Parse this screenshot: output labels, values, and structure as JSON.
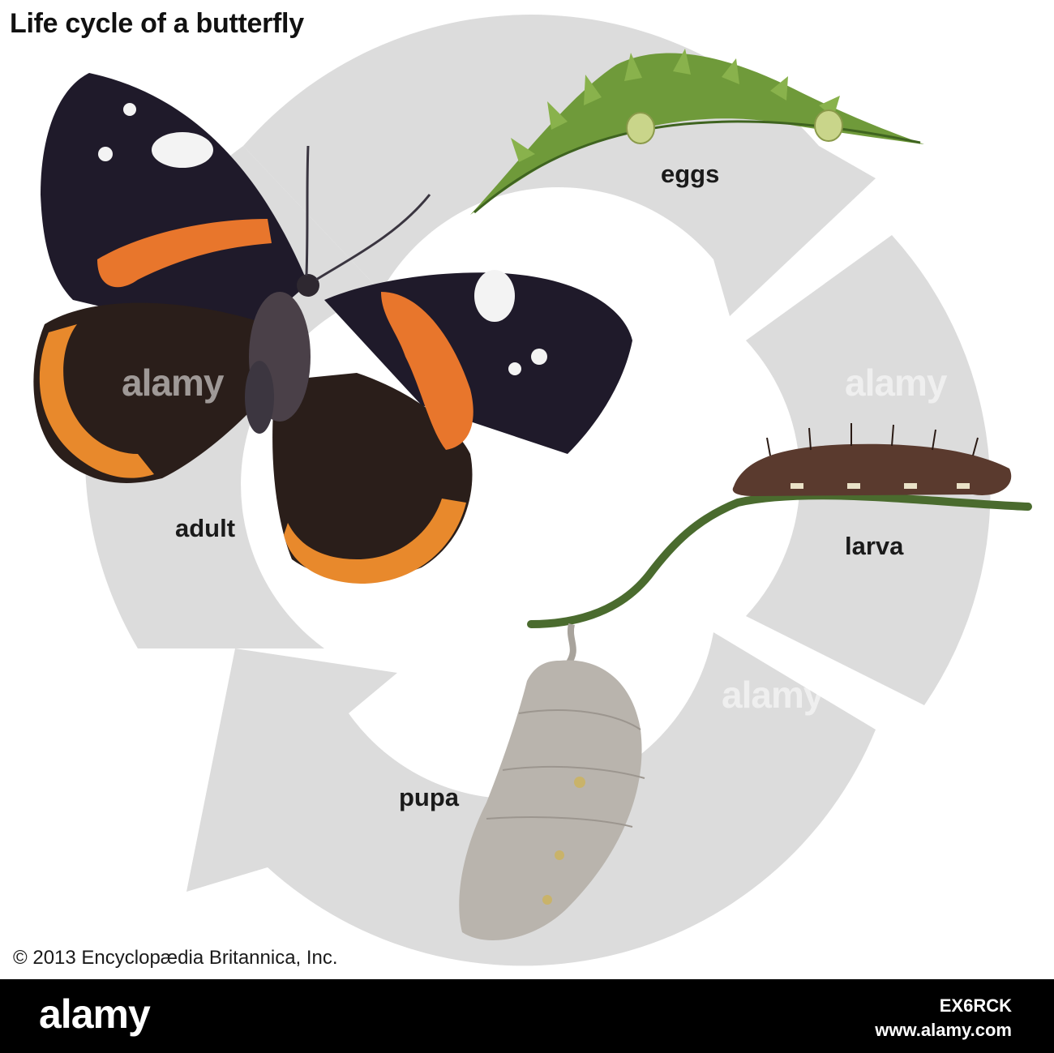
{
  "title": "Life cycle of a butterfly",
  "stages": {
    "eggs": "eggs",
    "larva": "larva",
    "pupa": "pupa",
    "adult": "adult"
  },
  "copyright": "© 2013 Encyclopædia Britannica, Inc.",
  "watermark": {
    "logo": "alamy",
    "image_id": "EX6RCK",
    "url": "www.alamy.com"
  },
  "colors": {
    "arrow": "#dcdcdc",
    "leaf": "#6f9a3a",
    "wing_dark": "#1f1a2a",
    "wing_orange": "#e8762c",
    "larva": "#5a3a2e",
    "pupa": "#b9b4ad"
  }
}
